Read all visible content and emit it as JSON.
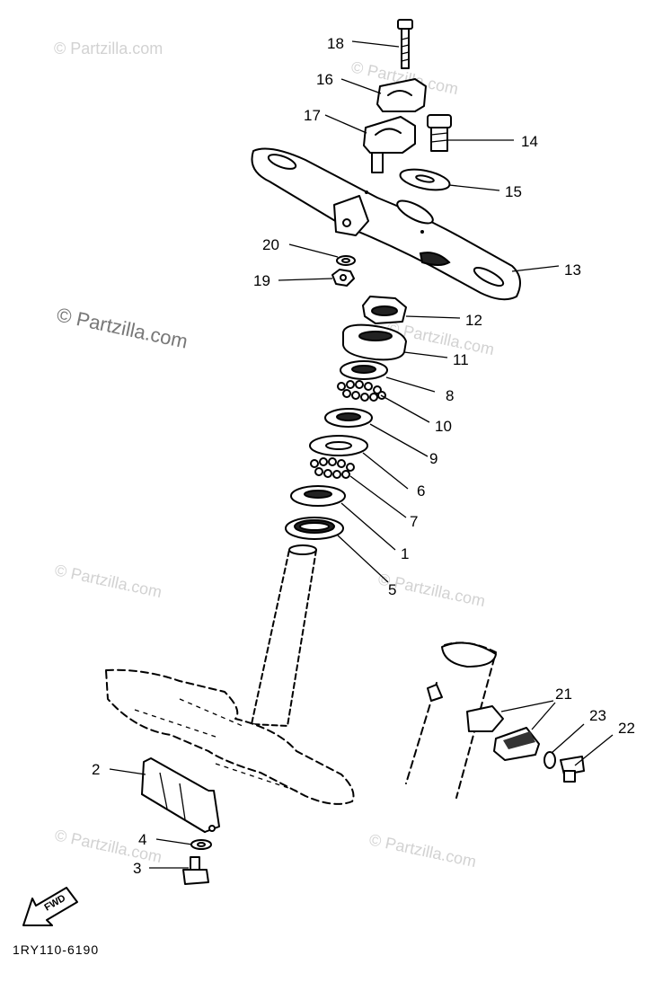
{
  "diagram": {
    "code": "1RY110-6190",
    "fwd_label": "FWD",
    "watermark_text": "© Partzilla.com",
    "callouts": [
      "18",
      "16",
      "17",
      "14",
      "15",
      "13",
      "20",
      "19",
      "12",
      "11",
      "8",
      "10",
      "9",
      "6",
      "7",
      "1",
      "5",
      "21",
      "23",
      "22",
      "2",
      "4",
      "3"
    ]
  }
}
